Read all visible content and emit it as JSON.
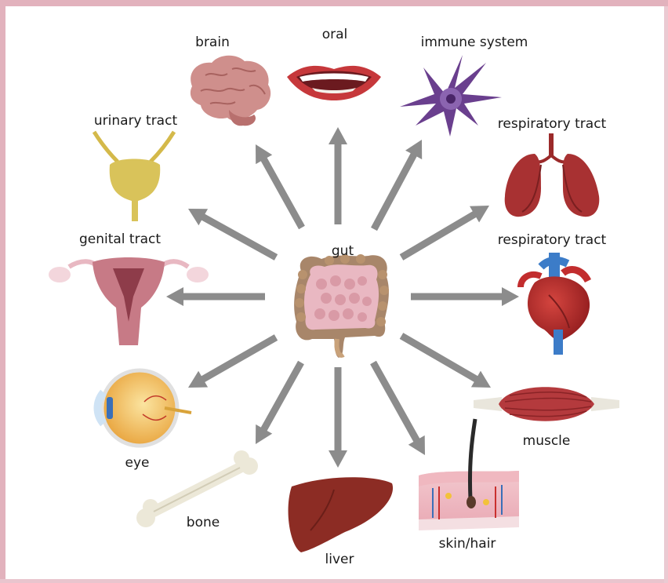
{
  "center": {
    "label": "gut"
  },
  "organs": [
    {
      "id": "brain",
      "label": "brain"
    },
    {
      "id": "oral",
      "label": "oral"
    },
    {
      "id": "immune",
      "label": "immune system"
    },
    {
      "id": "respiratory",
      "label": "respiratory tract"
    },
    {
      "id": "heart",
      "label": "respiratory tract"
    },
    {
      "id": "muscle",
      "label": "muscle"
    },
    {
      "id": "skin",
      "label": "skin/hair"
    },
    {
      "id": "liver",
      "label": "liver"
    },
    {
      "id": "bone",
      "label": "bone"
    },
    {
      "id": "eye",
      "label": "eye"
    },
    {
      "id": "genital",
      "label": "genital tract"
    },
    {
      "id": "urinary",
      "label": "urinary tract"
    }
  ],
  "colors": {
    "frame": "#e2b2bd",
    "arrow": "#8c8c8c"
  }
}
